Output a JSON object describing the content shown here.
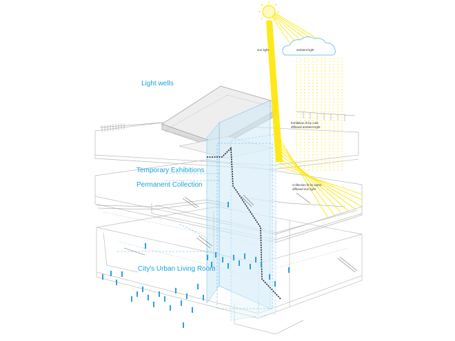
{
  "labels": {
    "light_wells": "Light wells",
    "temporary_exhibitions": "Temporary Exhibitions",
    "permanent_collection": "Permanent Collection",
    "urban_living_room": "City's Urban Living Room",
    "sun_light": "sun light",
    "ambient_light": "ambient light",
    "exhibition_cold_line1": "Exhibition lit by cold",
    "exhibition_cold_line2": "diffused ambient light",
    "collection_warm_line1": "Collection lit by warm",
    "collection_warm_line2": "diffused sun light"
  },
  "colors": {
    "label_blue": "#1aa3d9",
    "sun_yellow": "#ffe600",
    "glass_blue": "#cfe9f7",
    "structure_line": "#b8b8b8",
    "people_blue": "#2aa0d8",
    "path_dark": "#1a1a1a"
  },
  "icons": [
    "sun-icon",
    "cloud-icon"
  ]
}
